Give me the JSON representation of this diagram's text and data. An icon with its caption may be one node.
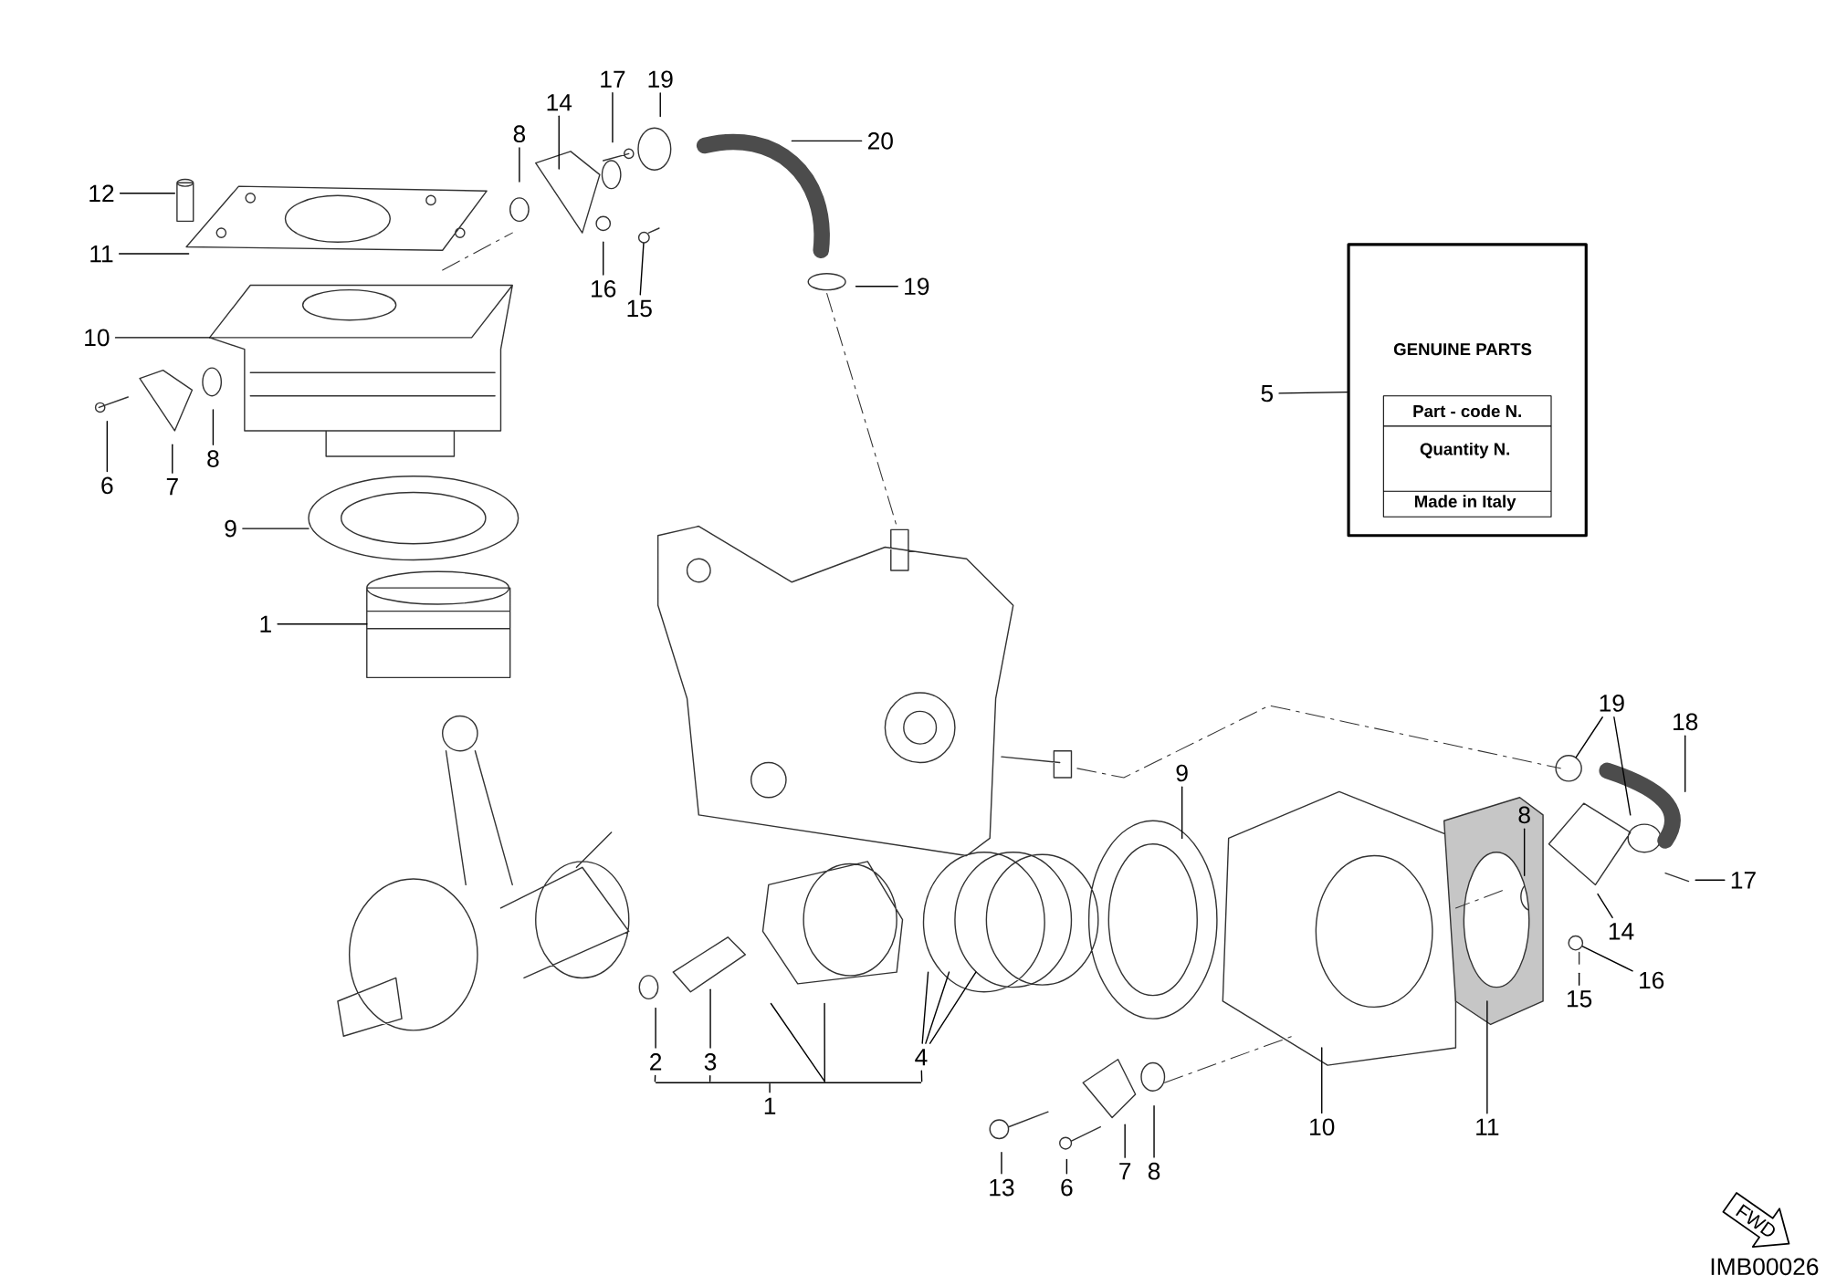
{
  "diagram": {
    "nodes": [
      {
        "text": [
          "12"
        ]
      },
      {
        "text": [
          "11"
        ]
      },
      {
        "text": [
          "10"
        ]
      },
      {
        "text": [
          "6"
        ]
      },
      {
        "text": [
          "7"
        ]
      },
      {
        "text": [
          "8"
        ]
      },
      {
        "text": [
          "9"
        ]
      },
      {
        "text": [
          "1"
        ]
      },
      {
        "text": [
          "8"
        ]
      },
      {
        "text": [
          "14"
        ]
      },
      {
        "text": [
          "17"
        ]
      },
      {
        "text": [
          "19"
        ]
      },
      {
        "text": [
          "20"
        ]
      },
      {
        "text": [
          "16"
        ]
      },
      {
        "text": [
          "15"
        ]
      },
      {
        "text": [
          "19"
        ]
      },
      {
        "text": [
          "5"
        ]
      },
      {
        "text": [
          "9"
        ]
      },
      {
        "text": [
          "19"
        ]
      },
      {
        "text": [
          "18"
        ]
      },
      {
        "text": [
          "8"
        ]
      },
      {
        "text": [
          "17"
        ]
      },
      {
        "text": [
          "14"
        ]
      },
      {
        "text": [
          "16"
        ]
      },
      {
        "text": [
          "15"
        ]
      },
      {
        "text": [
          "2"
        ]
      },
      {
        "text": [
          "3"
        ]
      },
      {
        "text": [
          "4"
        ]
      },
      {
        "text": [
          "1"
        ]
      },
      {
        "text": [
          "10"
        ]
      },
      {
        "text": [
          "11"
        ]
      },
      {
        "text": [
          "13"
        ]
      },
      {
        "text": [
          "6"
        ]
      },
      {
        "text": [
          "7"
        ]
      },
      {
        "text": [
          "8"
        ]
      },
      {
        "text": [
          "GENUINE PARTS",
          "Part - code N.",
          "Quantity N.",
          "Made in Italy"
        ]
      },
      {
        "text": [],
        "shape": "bar"
      },
      {
        "text": [],
        "shape": "circle"
      },
      {
        "text": [],
        "shape": "circle"
      },
      {
        "text": [],
        "shape": "circle"
      }
    ],
    "edges": [
      {
        "from": 0,
        "to": null,
        "arrow": "none"
      },
      {
        "from": 1,
        "to": null,
        "arrow": "none"
      },
      {
        "from": 2,
        "to": null,
        "arrow": "none"
      },
      {
        "from": 3,
        "to": null,
        "arrow": "none"
      },
      {
        "from": 4,
        "to": null,
        "arrow": "none"
      },
      {
        "from": 5,
        "to": null,
        "arrow": "none"
      },
      {
        "from": 6,
        "to": null,
        "arrow": "none"
      },
      {
        "from": 7,
        "to": null,
        "arrow": "none"
      },
      {
        "from": 8,
        "to": null,
        "arrow": "none"
      },
      {
        "from": 9,
        "to": null,
        "arrow": "none"
      },
      {
        "from": 10,
        "to": null,
        "arrow": "none"
      },
      {
        "from": 11,
        "to": null,
        "arrow": "none"
      },
      {
        "from": 12,
        "to": null,
        "arrow": "none"
      },
      {
        "from": 13,
        "to": null,
        "arrow": "none"
      },
      {
        "from": 14,
        "to": 39,
        "arrow": "none"
      },
      {
        "from": 15,
        "to": null,
        "arrow": "none"
      },
      {
        "from": 16,
        "to": 35,
        "arrow": "none"
      },
      {
        "from": 17,
        "to": null,
        "arrow": "none"
      },
      {
        "from": 18,
        "to": 37,
        "arrow": "none"
      },
      {
        "from": 18,
        "to": null,
        "arrow": "none"
      },
      {
        "from": 19,
        "to": null,
        "arrow": "none"
      },
      {
        "from": 20,
        "to": null,
        "arrow": "none"
      },
      {
        "from": 21,
        "to": null,
        "arrow": "none"
      },
      {
        "from": 22,
        "to": null,
        "arrow": "none"
      },
      {
        "from": 23,
        "to": 38,
        "arrow": "none"
      },
      {
        "from": 24,
        "to": null,
        "arrow": "none"
      },
      {
        "from": 25,
        "to": null,
        "arrow": "none"
      },
      {
        "from": 26,
        "to": null,
        "arrow": "none"
      },
      {
        "from": 27,
        "to": null,
        "arrow": "none"
      },
      {
        "from": 27,
        "to": null,
        "arrow": "none"
      },
      {
        "from": 27,
        "to": null,
        "arrow": "none"
      },
      {
        "from": 36,
        "to": null,
        "arrow": "none"
      },
      {
        "from": 36,
        "to": null,
        "arrow": "none"
      },
      {
        "from": 29,
        "to": null,
        "arrow": "none"
      },
      {
        "from": 30,
        "to": null,
        "arrow": "none"
      },
      {
        "from": 31,
        "to": null,
        "arrow": "none"
      },
      {
        "from": 32,
        "to": null,
        "arrow": "none"
      },
      {
        "from": 33,
        "to": null,
        "arrow": "none"
      },
      {
        "from": 34,
        "to": null,
        "arrow": "none"
      },
      {
        "from": 28,
        "to": 36,
        "arrow": "none"
      },
      {
        "from": 36,
        "to": 25,
        "arrow": "none"
      },
      {
        "from": 36,
        "to": 26,
        "arrow": "none"
      },
      {
        "from": 36,
        "to": 27,
        "arrow": "none"
      }
    ],
    "labels": [
      "FWD",
      "IMB00026"
    ]
  }
}
